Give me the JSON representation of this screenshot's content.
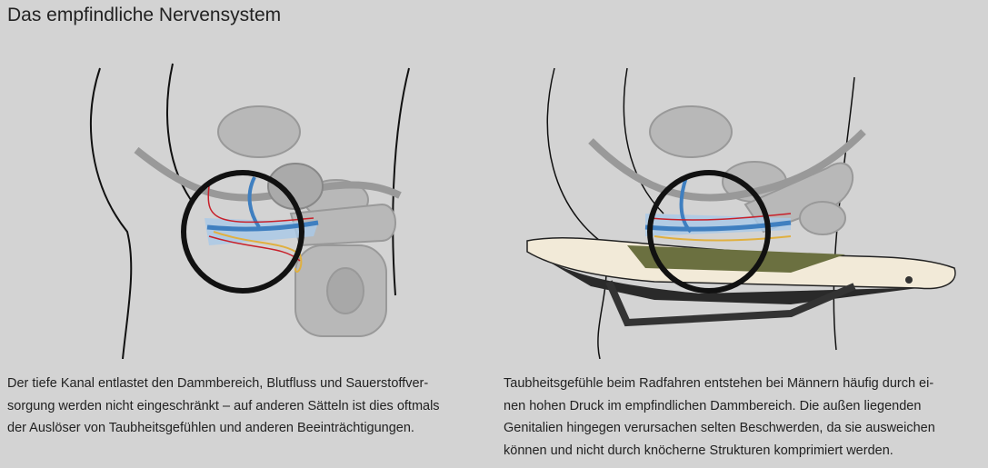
{
  "title": "Das empfindliche Nervensystem",
  "left": {
    "caption_lines": [
      "Der tiefe Kanal entlastet den Dammbereich, Blutfluss und Sauerstoffver-",
      "sorgung werden nicht eingeschränkt – auf anderen Sätteln ist dies oftmals",
      "der Auslöser von Taubheitsgefühlen und anderen Beeinträchtigungen."
    ]
  },
  "right": {
    "caption_lines": [
      "Taubheitsgefühle beim Radfahren entstehen bei Männern häufig durch ei-",
      "nen hohen Druck im empfindlichen Dammbereich. Die außen liegenden",
      "Genitalien hingegen verursachen selten Beschwerden, da sie ausweichen",
      "können und nicht durch knöcherne Strukturen komprimiert werden."
    ]
  },
  "colors": {
    "background": "#d3d3d3",
    "nerve_blue": "#3f7fc0",
    "artery_red": "#c8202a",
    "nerve_yellow": "#e0b040",
    "saddle_cream": "#f2ead8",
    "saddle_green": "#6b7040",
    "outline": "#111111"
  }
}
